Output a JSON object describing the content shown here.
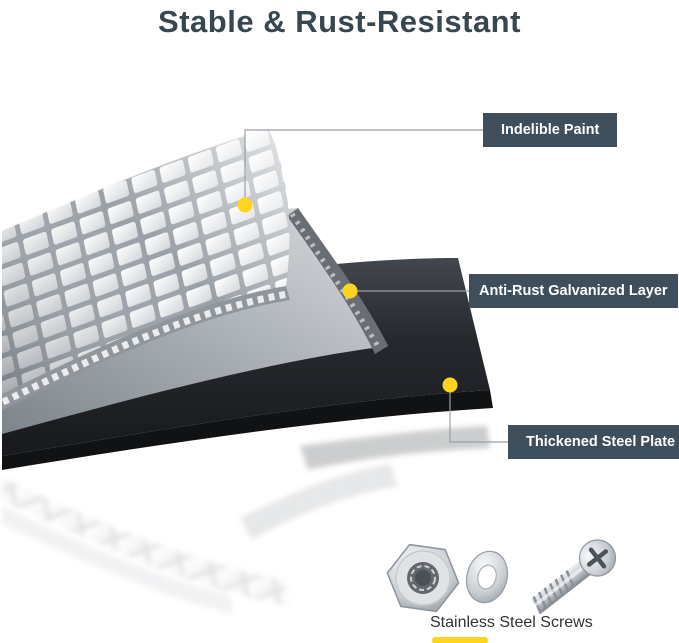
{
  "title": "Stable & Rust-Resistant",
  "callouts": {
    "paint": "Indelible Paint",
    "galvanized": "Anti-Rust Galvanized Layer",
    "steel": "Thickened Steel Plate"
  },
  "hardware_caption": "Stainless Steel Screws",
  "colors": {
    "title_text": "#37474F",
    "label_bg": "#3E4E5B",
    "label_text": "#FFFFFF",
    "accent_yellow": "#FFD41F",
    "connector_line": "#9AA0A6",
    "steel_plate_dark": "#1E2126",
    "galvanized_gray": "#9AA1A7",
    "paint_tile_white": "#F2F3F4"
  }
}
